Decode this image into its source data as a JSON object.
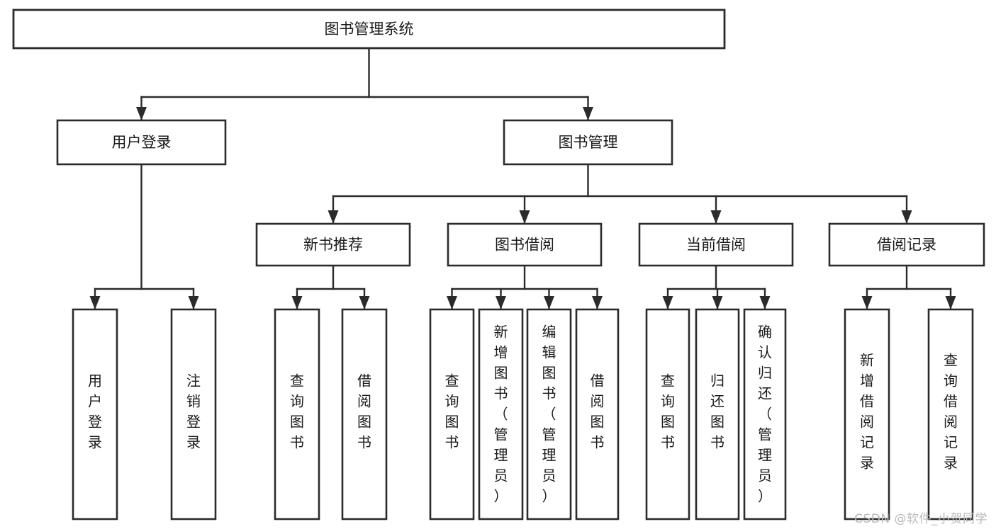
{
  "diagram": {
    "title": "图书管理系统",
    "type": "tree-hierarchy",
    "orientation": "top-down",
    "box_fill": "#ffffff",
    "box_stroke": "#2b2b2b",
    "connector_color": "#2b2b2b",
    "background": "#ffffff",
    "levels": [
      {
        "level": 1,
        "nodes": [
          {
            "id": "root",
            "label": "图书管理系统",
            "text_orientation": "horizontal"
          }
        ]
      },
      {
        "level": 2,
        "nodes": [
          {
            "id": "login",
            "label": "用户登录",
            "parent": "root",
            "text_orientation": "horizontal"
          },
          {
            "id": "bookmgr",
            "label": "图书管理",
            "parent": "root",
            "text_orientation": "horizontal"
          }
        ]
      },
      {
        "level": 3,
        "nodes": [
          {
            "id": "newbook",
            "label": "新书推荐",
            "parent": "bookmgr",
            "text_orientation": "horizontal"
          },
          {
            "id": "borrow",
            "label": "图书借阅",
            "parent": "bookmgr",
            "text_orientation": "horizontal"
          },
          {
            "id": "current",
            "label": "当前借阅",
            "parent": "bookmgr",
            "text_orientation": "horizontal"
          },
          {
            "id": "records",
            "label": "借阅记录",
            "parent": "bookmgr",
            "text_orientation": "horizontal"
          }
        ]
      },
      {
        "level": 4,
        "nodes": [
          {
            "id": "leaf-user-login",
            "label": "用户登录",
            "parent": "login",
            "text_orientation": "vertical"
          },
          {
            "id": "leaf-user-logout",
            "label": "注销登录",
            "parent": "login",
            "text_orientation": "vertical"
          },
          {
            "id": "leaf-nb-query",
            "label": "查询图书",
            "parent": "newbook",
            "text_orientation": "vertical"
          },
          {
            "id": "leaf-nb-borrow",
            "label": "借阅图书",
            "parent": "newbook",
            "text_orientation": "vertical"
          },
          {
            "id": "leaf-bo-query",
            "label": "查询图书",
            "parent": "borrow",
            "text_orientation": "vertical"
          },
          {
            "id": "leaf-bo-add",
            "label": "新增图书（管理员）",
            "parent": "borrow",
            "text_orientation": "vertical"
          },
          {
            "id": "leaf-bo-edit",
            "label": "编辑图书（管理员）",
            "parent": "borrow",
            "text_orientation": "vertical"
          },
          {
            "id": "leaf-bo-borrow",
            "label": "借阅图书",
            "parent": "borrow",
            "text_orientation": "vertical"
          },
          {
            "id": "leaf-cu-query",
            "label": "查询图书",
            "parent": "current",
            "text_orientation": "vertical"
          },
          {
            "id": "leaf-cu-return",
            "label": "归还图书",
            "parent": "current",
            "text_orientation": "vertical"
          },
          {
            "id": "leaf-cu-confirm",
            "label": "确认归还（管理员）",
            "parent": "current",
            "text_orientation": "vertical"
          },
          {
            "id": "leaf-re-add",
            "label": "新增借阅记录",
            "parent": "records",
            "text_orientation": "vertical"
          },
          {
            "id": "leaf-re-query",
            "label": "查询借阅记录",
            "parent": "records",
            "text_orientation": "vertical"
          }
        ]
      }
    ]
  },
  "watermark": {
    "text": "CSDN @软件_小贺同学"
  }
}
